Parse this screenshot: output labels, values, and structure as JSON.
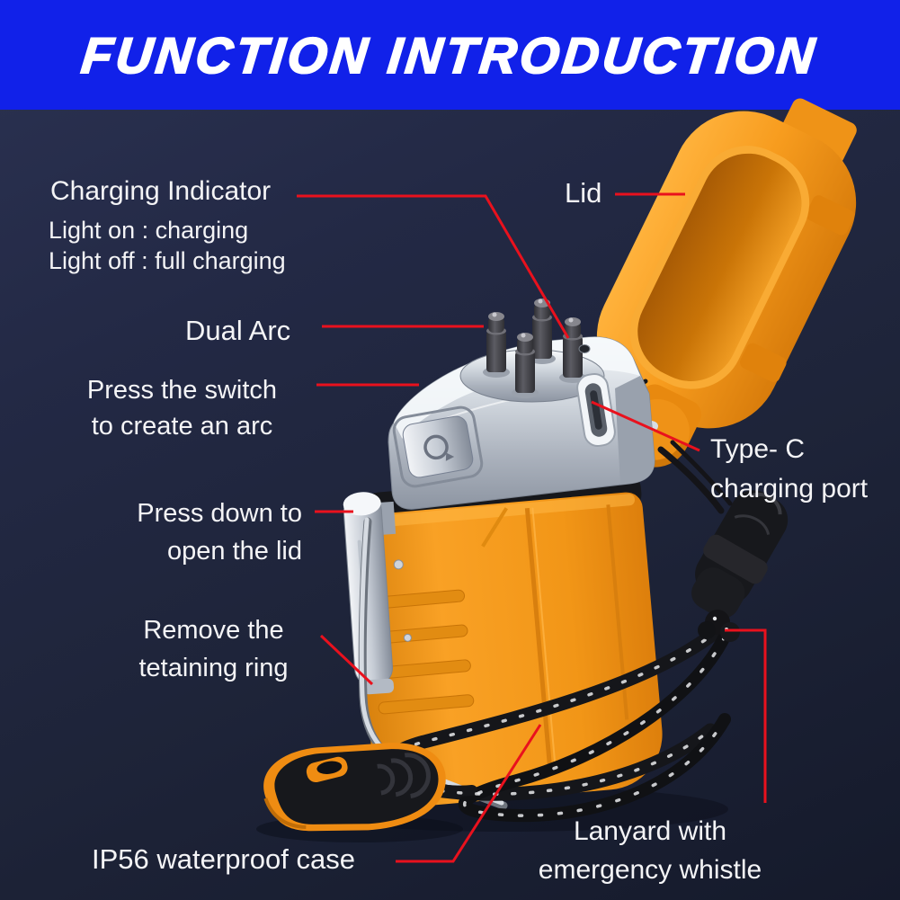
{
  "banner": {
    "title": "FUNCTION INTRODUCTION"
  },
  "callouts": {
    "charging_indicator": {
      "title": "Charging Indicator",
      "sub1": "Light on : charging",
      "sub2": "Light off : full charging"
    },
    "lid": {
      "label": "Lid"
    },
    "dual_arc": {
      "label": "Dual Arc"
    },
    "press_switch": {
      "line1": "Press the switch",
      "line2": "to create an arc"
    },
    "type_c": {
      "line1": "Type- C",
      "line2": "charging port"
    },
    "press_down": {
      "line1": "Press down to",
      "line2": "open the lid"
    },
    "retaining_ring": {
      "line1": "Remove the",
      "line2": "tetaining ring"
    },
    "ip56": {
      "label": "IP56 waterproof case"
    },
    "lanyard": {
      "line1": "Lanyard with",
      "line2": "emergency whistle"
    }
  },
  "colors": {
    "banner_blue": "#1121e9",
    "banner_text": "#ffffff",
    "background_top": "#2b3252",
    "background_bottom": "#151a2b",
    "label_text": "#f4f4f6",
    "leader_red": "#e9111d",
    "case_orange": "#f79d20",
    "lid_inner_orange": "#c97407",
    "chrome_silver": "#c6ccd5",
    "electrode_gray": "#4a4a50",
    "seal_black": "#16171b",
    "lanyard_black": "#15161a"
  }
}
